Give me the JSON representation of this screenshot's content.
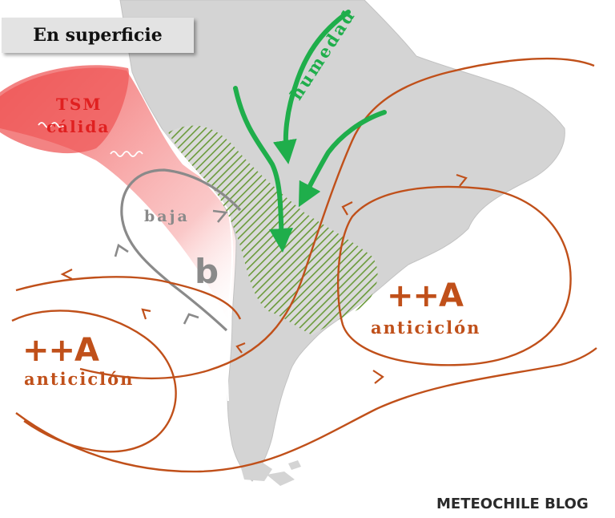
{
  "title": "En superficie",
  "labels": {
    "tsm_line1": "TSM",
    "tsm_line2": "cálida",
    "low_label": "baja",
    "low_symbol": "b",
    "humidity": "humedad",
    "high_symbol": "++A",
    "high_label": "anticiclón"
  },
  "credit": "METEOCHILE BLOG",
  "colors": {
    "land": "#d4d4d4",
    "warm_sst": "#f06a6a",
    "high_pressure": "#c0501a",
    "low_pressure": "#8a8a8a",
    "humidity_flow": "#1fae4b",
    "rain_zone": "#6a9a3a"
  },
  "features": [
    {
      "name": "warm-sst-area",
      "label": "TSM cálida"
    },
    {
      "name": "low-pressure-center",
      "label": "baja",
      "symbol": "b"
    },
    {
      "name": "pacific-anticyclone",
      "symbol": "++A",
      "label": "anticiclón"
    },
    {
      "name": "atlantic-anticyclone",
      "symbol": "++A",
      "label": "anticiclón"
    },
    {
      "name": "humidity-flow",
      "label": "humedad"
    },
    {
      "name": "hatched-precipitation-zone"
    }
  ]
}
